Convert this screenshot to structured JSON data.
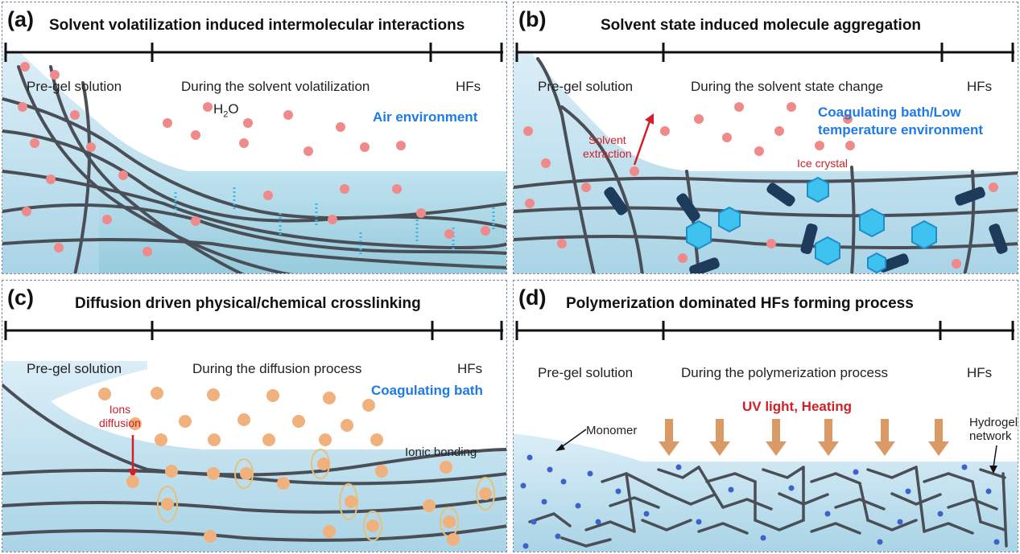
{
  "colors": {
    "fiber": "#4a4f57",
    "water_red": "#f08a8a",
    "bond_blue": "#3fb4e0",
    "crystal": "#3ec2ef",
    "ion": "#f1b17c",
    "arrow_red": "#d0212a",
    "light_arrow": "#d99a66",
    "monomer": "#3d62c9",
    "env_blue": "#1e7ae6"
  },
  "panels": [
    {
      "label": "(a)",
      "title": "Solvent volatilization induced intermolecular interactions",
      "stages": [
        "Pre-gel solution",
        "During the solvent volatilization",
        "HFs"
      ],
      "environment": "Air environment",
      "solvent": {
        "base": "H",
        "sub": "2",
        "tail": "O"
      }
    },
    {
      "label": "(b)",
      "title": "Solvent state induced molecule aggregation",
      "stages": [
        "Pre-gel solution",
        "During the solvent state change",
        "HFs"
      ],
      "environment_lines": [
        "Coagulating bath/Low",
        "temperature environment"
      ],
      "annotations": {
        "extraction": [
          "Solvent",
          "extraction"
        ],
        "ice": "Ice crystal"
      }
    },
    {
      "label": "(c)",
      "title": "Diffusion driven physical/chemical crosslinking",
      "stages": [
        "Pre-gel solution",
        "During the diffusion process",
        "HFs"
      ],
      "environment": "Coagulating bath",
      "annotations": {
        "diffusion": [
          "Ions",
          "diffusion"
        ],
        "bonding": "Ionic bonding"
      }
    },
    {
      "label": "(d)",
      "title": "Polymerization dominated HFs forming process",
      "stages": [
        "Pre-gel solution",
        "During the polymerization process",
        "HFs"
      ],
      "environment": "UV light, Heating",
      "annotations": {
        "monomer": "Monomer",
        "network": [
          "Hydrogel",
          "network"
        ]
      }
    }
  ]
}
